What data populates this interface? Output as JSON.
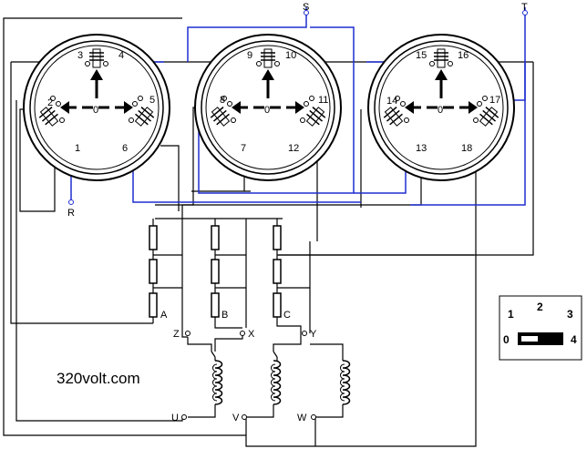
{
  "watermark": "320volt.com",
  "colors": {
    "wire": "#000000",
    "blue_wire": "#1f2fd1",
    "background": "#ffffff"
  },
  "switches": [
    {
      "center_label": "0",
      "contacts": [
        "3",
        "4",
        "2",
        "5",
        "1",
        "6"
      ]
    },
    {
      "center_label": "0",
      "contacts": [
        "9",
        "10",
        "8",
        "11",
        "7",
        "12"
      ]
    },
    {
      "center_label": "0",
      "contacts": [
        "15",
        "16",
        "14",
        "17",
        "13",
        "18"
      ]
    }
  ],
  "supply_terminals": [
    "R",
    "S",
    "T"
  ],
  "resistor_labels": [
    "A",
    "B",
    "C"
  ],
  "winding_terminals": {
    "top": [
      "Z",
      "X",
      "Y"
    ],
    "bottom": [
      "U",
      "V",
      "W"
    ]
  },
  "position_indicator": {
    "numbers": [
      "1",
      "2",
      "3",
      "0",
      "4"
    ]
  }
}
